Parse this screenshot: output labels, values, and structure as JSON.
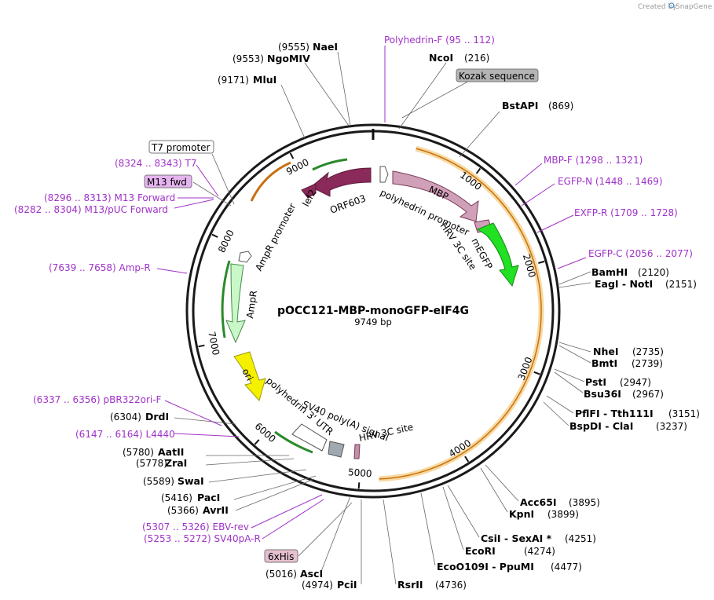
{
  "brand": {
    "created_by": "Created by",
    "name": "SnapGene"
  },
  "plasmid": {
    "name": "pOCC121-MBP-monoGFP-eIF4G",
    "length": "9749 bp"
  },
  "scale_ticks": [
    "1000",
    "2000",
    "3000",
    "4000",
    "5000",
    "6000",
    "7000",
    "8000",
    "9000"
  ],
  "restriction_sites": [
    {
      "name": "NaeI",
      "pos": "(9555)"
    },
    {
      "name": "NgoMIV",
      "pos": "(9553)"
    },
    {
      "name": "MluI",
      "pos": "(9171)"
    },
    {
      "name": "NcoI",
      "pos": "(216)"
    },
    {
      "name": "BstAPI",
      "pos": "(869)"
    },
    {
      "name": "BamHI",
      "pos": "(2120)"
    },
    {
      "name": "EagI  -  NotI",
      "pos": "(2151)"
    },
    {
      "name": "NheI",
      "pos": "(2735)"
    },
    {
      "name": "BmtI",
      "pos": "(2739)"
    },
    {
      "name": "PstI",
      "pos": "(2947)"
    },
    {
      "name": "Bsu36I",
      "pos": "(2967)"
    },
    {
      "name": "PflFI  -  Tth111I",
      "pos": "(3151)"
    },
    {
      "name": "BspDI  -  ClaI",
      "pos": "(3237)"
    },
    {
      "name": "Acc65I",
      "pos": "(3895)"
    },
    {
      "name": "KpnI",
      "pos": "(3899)"
    },
    {
      "name": "CsiI  -  SexAI *",
      "pos": "(4251)"
    },
    {
      "name": "EcoRI",
      "pos": "(4274)"
    },
    {
      "name": "EcoO109I  -  PpuMI",
      "pos": "(4477)"
    },
    {
      "name": "RsrII",
      "pos": "(4736)"
    },
    {
      "name": "PciI",
      "pos": "(4974)"
    },
    {
      "name": "AscI",
      "pos": "(5016)"
    },
    {
      "name": "AvrII",
      "pos": "(5366)"
    },
    {
      "name": "PacI",
      "pos": "(5416)"
    },
    {
      "name": "SwaI",
      "pos": "(5589)"
    },
    {
      "name": "ZraI",
      "pos": "(5778)"
    },
    {
      "name": "AatII",
      "pos": "(5780)"
    },
    {
      "name": "DrdI",
      "pos": "(6304)"
    }
  ],
  "primers": [
    {
      "name": "Polyhedrin-F",
      "range": "(95 .. 112)"
    },
    {
      "name": "MBP-F",
      "range": "(1298 .. 1321)"
    },
    {
      "name": "EGFP-N",
      "range": "(1448 .. 1469)"
    },
    {
      "name": "EXFP-R",
      "range": "(1709 .. 1728)"
    },
    {
      "name": "EGFP-C",
      "range": "(2056 .. 2077)"
    },
    {
      "name": "T7",
      "range": "(8324 .. 8343)"
    },
    {
      "name": "M13 Forward",
      "range": "(8296 .. 8313)"
    },
    {
      "name": "M13/pUC Forward",
      "range": "(8282 .. 8304)"
    },
    {
      "name": "Amp-R",
      "range": "(7639 .. 7658)"
    },
    {
      "name": "pBR322ori-F",
      "range": "(6337 .. 6356)"
    },
    {
      "name": "L4440",
      "range": "(6147 .. 6164)"
    },
    {
      "name": "EBV-rev",
      "range": "(5307 .. 5326)"
    },
    {
      "name": "SV40pA-R",
      "range": "(5253 .. 5272)"
    }
  ],
  "boxed_labels": {
    "kozak": "Kozak sequence",
    "t7_promoter": "T7 promoter",
    "m13_fwd": "M13 fwd",
    "his6": "6xHis"
  },
  "features": {
    "mbp": "MBP",
    "polyhedrin_promoter": "polyhedrin promoter",
    "hrv_upper": "HRV 3C site",
    "megfp": "mEGFP",
    "lef2": "lef2",
    "orf603": "ORF603",
    "ampr_promoter": "AmpR promoter",
    "ampr": "AmpR",
    "ori": "ori",
    "polyhedrin_utr": "polyhedrin 3' UTR",
    "sv40": "SV40 poly(A) signal",
    "hrv_lower": "HRV 3C site"
  },
  "colors": {
    "backbone": "#1a1a1a",
    "insert_highlight": "#f2c87a",
    "insert_line": "#d07a1a",
    "mbp": "#d0a0b8",
    "megfp": "#2ee02e",
    "orf": "#8a2a5a",
    "ampr": "#c8f8c8",
    "ori": "#f5f000",
    "primer": "#a032c8",
    "boxed_kozak": "#b4b4b4",
    "boxed_m13": "#e6b4f0",
    "boxed_his": "#e6c0d0"
  }
}
